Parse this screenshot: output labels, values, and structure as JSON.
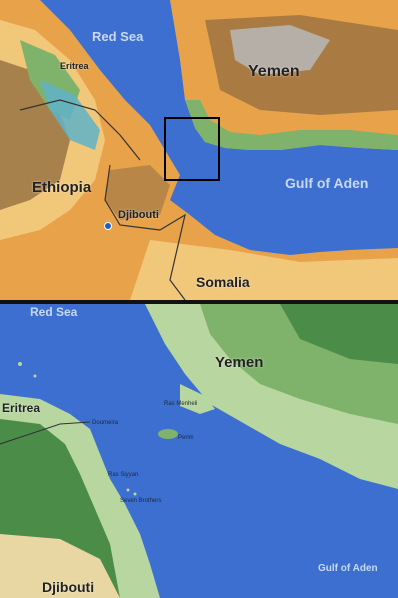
{
  "colors": {
    "sea": "#3c6fd0",
    "sea_label": "#c9d9f2",
    "lowland_orange": "#e8a34a",
    "lowland_yellow": "#f1c77a",
    "highland_brown": "#8e6a3e",
    "green_low": "#4b8c48",
    "green_mid": "#7fb36b",
    "green_light": "#b8d6a0",
    "peak_gray": "#b9b9b9",
    "border_line": "#333333",
    "divider": "#111111"
  },
  "top_map": {
    "labels": {
      "red_sea": "Red Sea",
      "eritrea": "Eritrea",
      "yemen": "Yemen",
      "ethiopia": "Ethiopia",
      "djibouti": "Djibouti",
      "gulf_of_aden": "Gulf of Aden",
      "somalia": "Somalia"
    },
    "icons": {
      "inset_marker": "square-outline-icon",
      "capital_marker": "map-pin-icon"
    }
  },
  "bottom_map": {
    "labels": {
      "red_sea": "Red Sea",
      "yemen": "Yemen",
      "eritrea": "Eritrea",
      "doumeira": "Doumeira",
      "ras_menheli": "Ras Menheli",
      "perim": "Perim",
      "ras_siyyan": "Ras Siyyan",
      "seven_brothers": "Seven Brothers",
      "djibouti": "Djibouti",
      "gulf_of_aden": "Gulf of Aden"
    }
  }
}
